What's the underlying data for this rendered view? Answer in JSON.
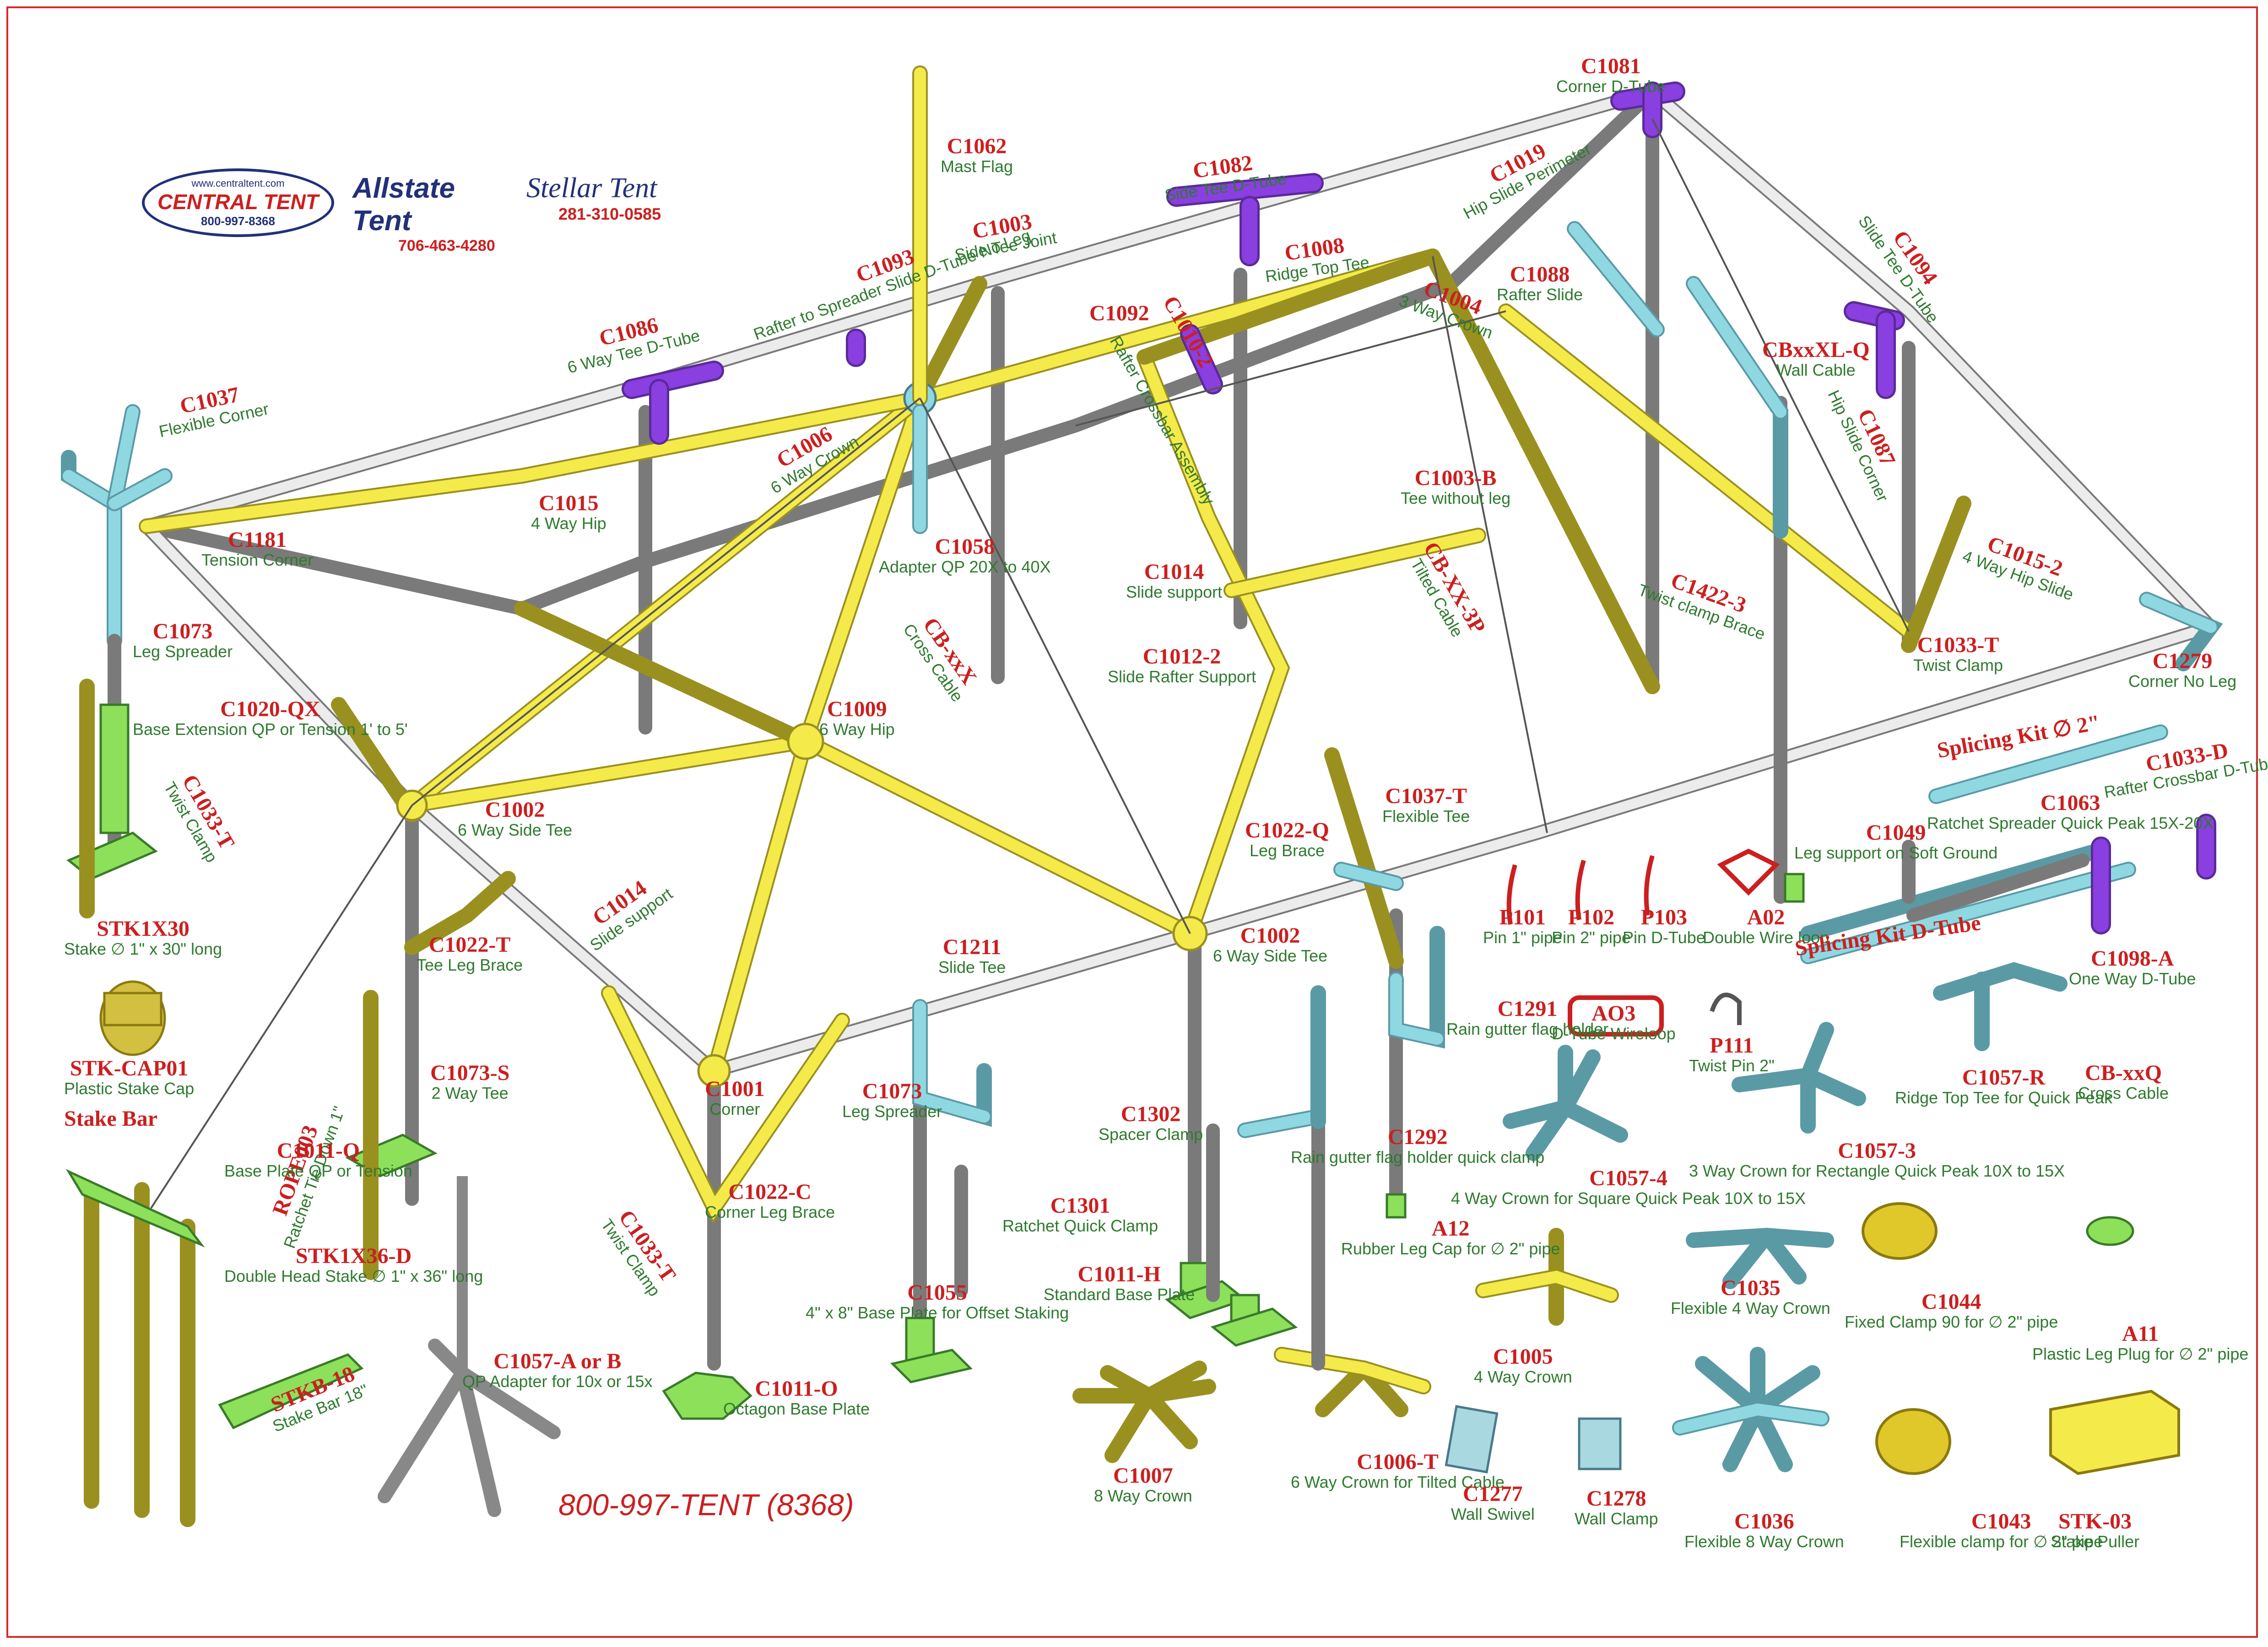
{
  "colors": {
    "yellow": "#f4ea4a",
    "purple": "#8a3fe0",
    "cyan": "#8fd8e2",
    "green": "#8de05a",
    "white": "#e6e6e6",
    "outline": "#666666",
    "code_red": "#cc1f1f",
    "desc_green": "#2f7a2f",
    "border": "#d62a2a"
  },
  "logos": {
    "central": {
      "url": "www.centraltent.com",
      "name": "CENTRAL TENT",
      "phone": "800-997-8368"
    },
    "allstate": {
      "name": "Allstate Tent",
      "phone": "706-463-4280"
    },
    "stellar": {
      "name": "Stellar Tent",
      "phone": "281-310-0585"
    }
  },
  "tagline": "800-997-TENT (8368)",
  "labels": [
    {
      "code": "C1062",
      "desc": "Mast Flag"
    },
    {
      "code": "C1081",
      "desc": "Corner D-Tube"
    },
    {
      "code": "C1082",
      "desc": "Side Tee D-Tube"
    },
    {
      "code": "C1003",
      "desc": "Side Tee Joint"
    },
    {
      "code": "C1008",
      "desc": "Ridge Top Tee"
    },
    {
      "code": "C1019",
      "desc": "Hip Slide Perimeter"
    },
    {
      "code": "C1093",
      "desc": "Rafter to Spreader Slide D-Tube No Leg"
    },
    {
      "code": "C1004",
      "desc": "3 Way Crown"
    },
    {
      "code": "C1088",
      "desc": "Rafter Slide"
    },
    {
      "code": "C1094",
      "desc": "Slide Tee D-Tube"
    },
    {
      "code": "C1092",
      "desc": ""
    },
    {
      "code": "C1010-2",
      "desc": ""
    },
    {
      "code": "C1086",
      "desc": "6 Way Tee D-Tube"
    },
    {
      "code": "C1037",
      "desc": "Flexible Corner"
    },
    {
      "code": "C1015",
      "desc": "4 Way Hip"
    },
    {
      "code": "C1006",
      "desc": "6 Way Crown"
    },
    {
      "code": "CBxxXL-Q",
      "desc": "Wall Cable"
    },
    {
      "code": "C1087",
      "desc": "Hip Slide Corner"
    },
    {
      "code": "",
      "desc": "Rafter Crossbar Assembly"
    },
    {
      "code": "C1003-B",
      "desc": "Tee without leg"
    },
    {
      "code": "C1181",
      "desc": "Tension Corner"
    },
    {
      "code": "C1058",
      "desc": "Adapter QP 20X to 40X"
    },
    {
      "code": "C1014",
      "desc": "Slide support"
    },
    {
      "code": "C1422-3",
      "desc": "Twist clamp Brace"
    },
    {
      "code": "C1015-2",
      "desc": "4 Way Hip Slide"
    },
    {
      "code": "C1073",
      "desc": "Leg Spreader"
    },
    {
      "code": "CB-xxX",
      "desc": "Cross Cable"
    },
    {
      "code": "CB-XX-3P",
      "desc": "Tilted Cable"
    },
    {
      "code": "C1012-2",
      "desc": "Slide Rafter Support"
    },
    {
      "code": "C1033-T",
      "desc": "Twist Clamp"
    },
    {
      "code": "C1279",
      "desc": "Corner No Leg"
    },
    {
      "code": "C1020-QX",
      "desc": "Base Extension QP or Tension 1' to 5'"
    },
    {
      "code": "C1009",
      "desc": "6 Way Hip"
    },
    {
      "code": "Splicing Kit ∅ 2\"",
      "desc": ""
    },
    {
      "code": "C1033-D",
      "desc": "Rafter Crossbar D-Tube"
    },
    {
      "code": "C1063",
      "desc": "Ratchet Spreader Quick Peak 15X-20X"
    },
    {
      "code": "C1033-T",
      "desc": "Twist Clamp"
    },
    {
      "code": "C1002",
      "desc": "6 Way Side Tee"
    },
    {
      "code": "C1022-Q",
      "desc": "Leg Brace"
    },
    {
      "code": "C1037-T",
      "desc": "Flexible Tee"
    },
    {
      "code": "C1049",
      "desc": "Leg support on Soft Ground"
    },
    {
      "code": "STK1X30",
      "desc": "Stake ∅ 1\" x 30\" long"
    },
    {
      "code": "C1014",
      "desc": "Slide support"
    },
    {
      "code": "C1022-T",
      "desc": "Tee Leg Brace"
    },
    {
      "code": "C1002",
      "desc": "6 Way Side Tee"
    },
    {
      "code": "P101",
      "desc": "Pin 1\" pipe"
    },
    {
      "code": "P102",
      "desc": "Pin 2\" pipe"
    },
    {
      "code": "P103",
      "desc": "Pin D-Tube"
    },
    {
      "code": "A02",
      "desc": "Double Wire loop"
    },
    {
      "code": "Splicing Kit D-Tube",
      "desc": ""
    },
    {
      "code": "C1098-A",
      "desc": "One Way D-Tube"
    },
    {
      "code": "STK-CAP01",
      "desc": "Plastic Stake Cap"
    },
    {
      "code": "C1211",
      "desc": "Slide Tee"
    },
    {
      "code": "C1291",
      "desc": "Rain gutter flag holder"
    },
    {
      "code": "AO3",
      "desc": "D-Tube Wireloop"
    },
    {
      "code": "P111",
      "desc": "Twist Pin 2\""
    },
    {
      "code": "C1057-R",
      "desc": "Ridge Top Tee for Quick Peak"
    },
    {
      "code": "CB-xxQ",
      "desc": "Cross Cable"
    },
    {
      "code": "ROPE003",
      "desc": "Ratchet Tie Down 1\""
    },
    {
      "code": "C1073-S",
      "desc": "2 Way Tee"
    },
    {
      "code": "C1001",
      "desc": "Corner"
    },
    {
      "code": "C1073",
      "desc": "Leg Spreader"
    },
    {
      "code": "Stake Bar",
      "desc": ""
    },
    {
      "code": "C1302",
      "desc": "Spacer Clamp"
    },
    {
      "code": "C1292",
      "desc": "Rain gutter flag holder quick clamp"
    },
    {
      "code": "C1057-4",
      "desc": "4 Way Crown for Square Quick Peak 10X to 15X"
    },
    {
      "code": "C1057-3",
      "desc": "3 Way Crown for Rectangle Quick Peak 10X to 15X"
    },
    {
      "code": "C1011-Q",
      "desc": "Base Plate QP or Tension"
    },
    {
      "code": "C1022-C",
      "desc": "Corner Leg Brace"
    },
    {
      "code": "C1301",
      "desc": "Ratchet Quick Clamp"
    },
    {
      "code": "STK1X36-D",
      "desc": "Double Head Stake ∅ 1\" x 36\" long"
    },
    {
      "code": "C1033-T",
      "desc": "Twist Clamp"
    },
    {
      "code": "C1011-H",
      "desc": "Standard Base Plate"
    },
    {
      "code": "A12",
      "desc": "Rubber Leg Cap for ∅ 2\" pipe"
    },
    {
      "code": "C1035",
      "desc": "Flexible 4 Way Crown"
    },
    {
      "code": "C1044",
      "desc": "Fixed Clamp 90 for ∅ 2\" pipe"
    },
    {
      "code": "A11",
      "desc": "Plastic Leg Plug for ∅ 2\" pipe"
    },
    {
      "code": "C1057-A or B",
      "desc": "QP Adapter for 10x or 15x"
    },
    {
      "code": "C1055",
      "desc": "4\" x 8\" Base Plate for Offset Staking"
    },
    {
      "code": "C1005",
      "desc": "4 Way Crown"
    },
    {
      "code": "STKB-18",
      "desc": "Stake Bar 18\""
    },
    {
      "code": "C1011-O",
      "desc": "Octagon Base Plate"
    },
    {
      "code": "C1007",
      "desc": "8 Way Crown"
    },
    {
      "code": "C1006-T",
      "desc": "6 Way Crown for Tilted Cable"
    },
    {
      "code": "C1277",
      "desc": "Wall Swivel"
    },
    {
      "code": "C1278",
      "desc": "Wall Clamp"
    },
    {
      "code": "C1036",
      "desc": "Flexible 8 Way Crown"
    },
    {
      "code": "C1043",
      "desc": "Flexible clamp for ∅ 2\" pipe"
    },
    {
      "code": "STK-03",
      "desc": "Stake Puller"
    }
  ]
}
